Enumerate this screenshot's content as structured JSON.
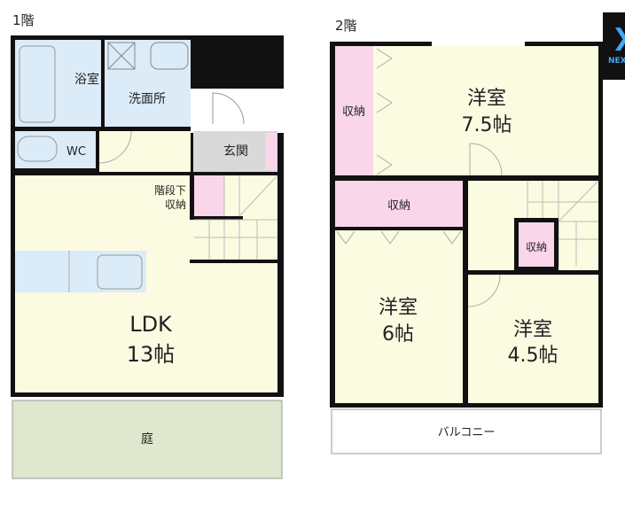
{
  "colors": {
    "room": "#fbfbe1",
    "wet": "#dcebf8",
    "storage": "#f9d6ea",
    "entrance": "#d9d9d9",
    "garden": "#dfe8cf",
    "wall": "#111111"
  },
  "floor1": {
    "title": "1階",
    "rooms": {
      "bath": "浴室",
      "washroom": "洗面所",
      "wc": "WC",
      "entrance": "玄関",
      "under_stair_storage_1": "階段下",
      "under_stair_storage_2": "収納",
      "ldk_1": "LDK",
      "ldk_2": "13帖",
      "garden": "庭"
    }
  },
  "floor2": {
    "title": "2階",
    "rooms": {
      "storage_left": "収納",
      "western_75_1": "洋室",
      "western_75_2": "7.5帖",
      "storage_mid": "収納",
      "western_6_1": "洋室",
      "western_6_2": "6帖",
      "storage_small": "収納",
      "western_45_1": "洋室",
      "western_45_2": "4.5帖",
      "balcony": "バルコニー"
    }
  },
  "next_button": {
    "label": "NEXT",
    "icon": "chevron-right-icon"
  }
}
